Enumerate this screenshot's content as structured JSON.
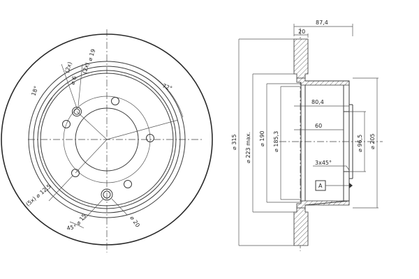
{
  "front_view": {
    "angle_18": "18°",
    "angle_72": "72°",
    "angle_45": "45°",
    "hole_2x_phi6_mult": "(2x)",
    "hole_2x_phi6_dim": "⌀ 6",
    "hole_2x_phi19_mult": "(2x)",
    "hole_2x_phi19_dim": "⌀ 19",
    "hole_5x_phi12_5": "(5x) ⌀ 12,5",
    "dim_phi15": "⌀ 15",
    "dim_phi20": "⌀ 20"
  },
  "side_view": {
    "dim_87_4": "87,4",
    "dim_20": "20",
    "dim_80_4": "80,4",
    "dim_60": "60",
    "dim_phi315": "⌀ 315",
    "dim_phi223": "⌀ 223 max.",
    "dim_phi190": "⌀ 190",
    "dim_phi185_3": "⌀ 185,3",
    "dim_phi96_5": "⌀ 96,5",
    "dim_phi205": "⌀ 205",
    "chamfer": "3x45°",
    "datum": "A"
  }
}
